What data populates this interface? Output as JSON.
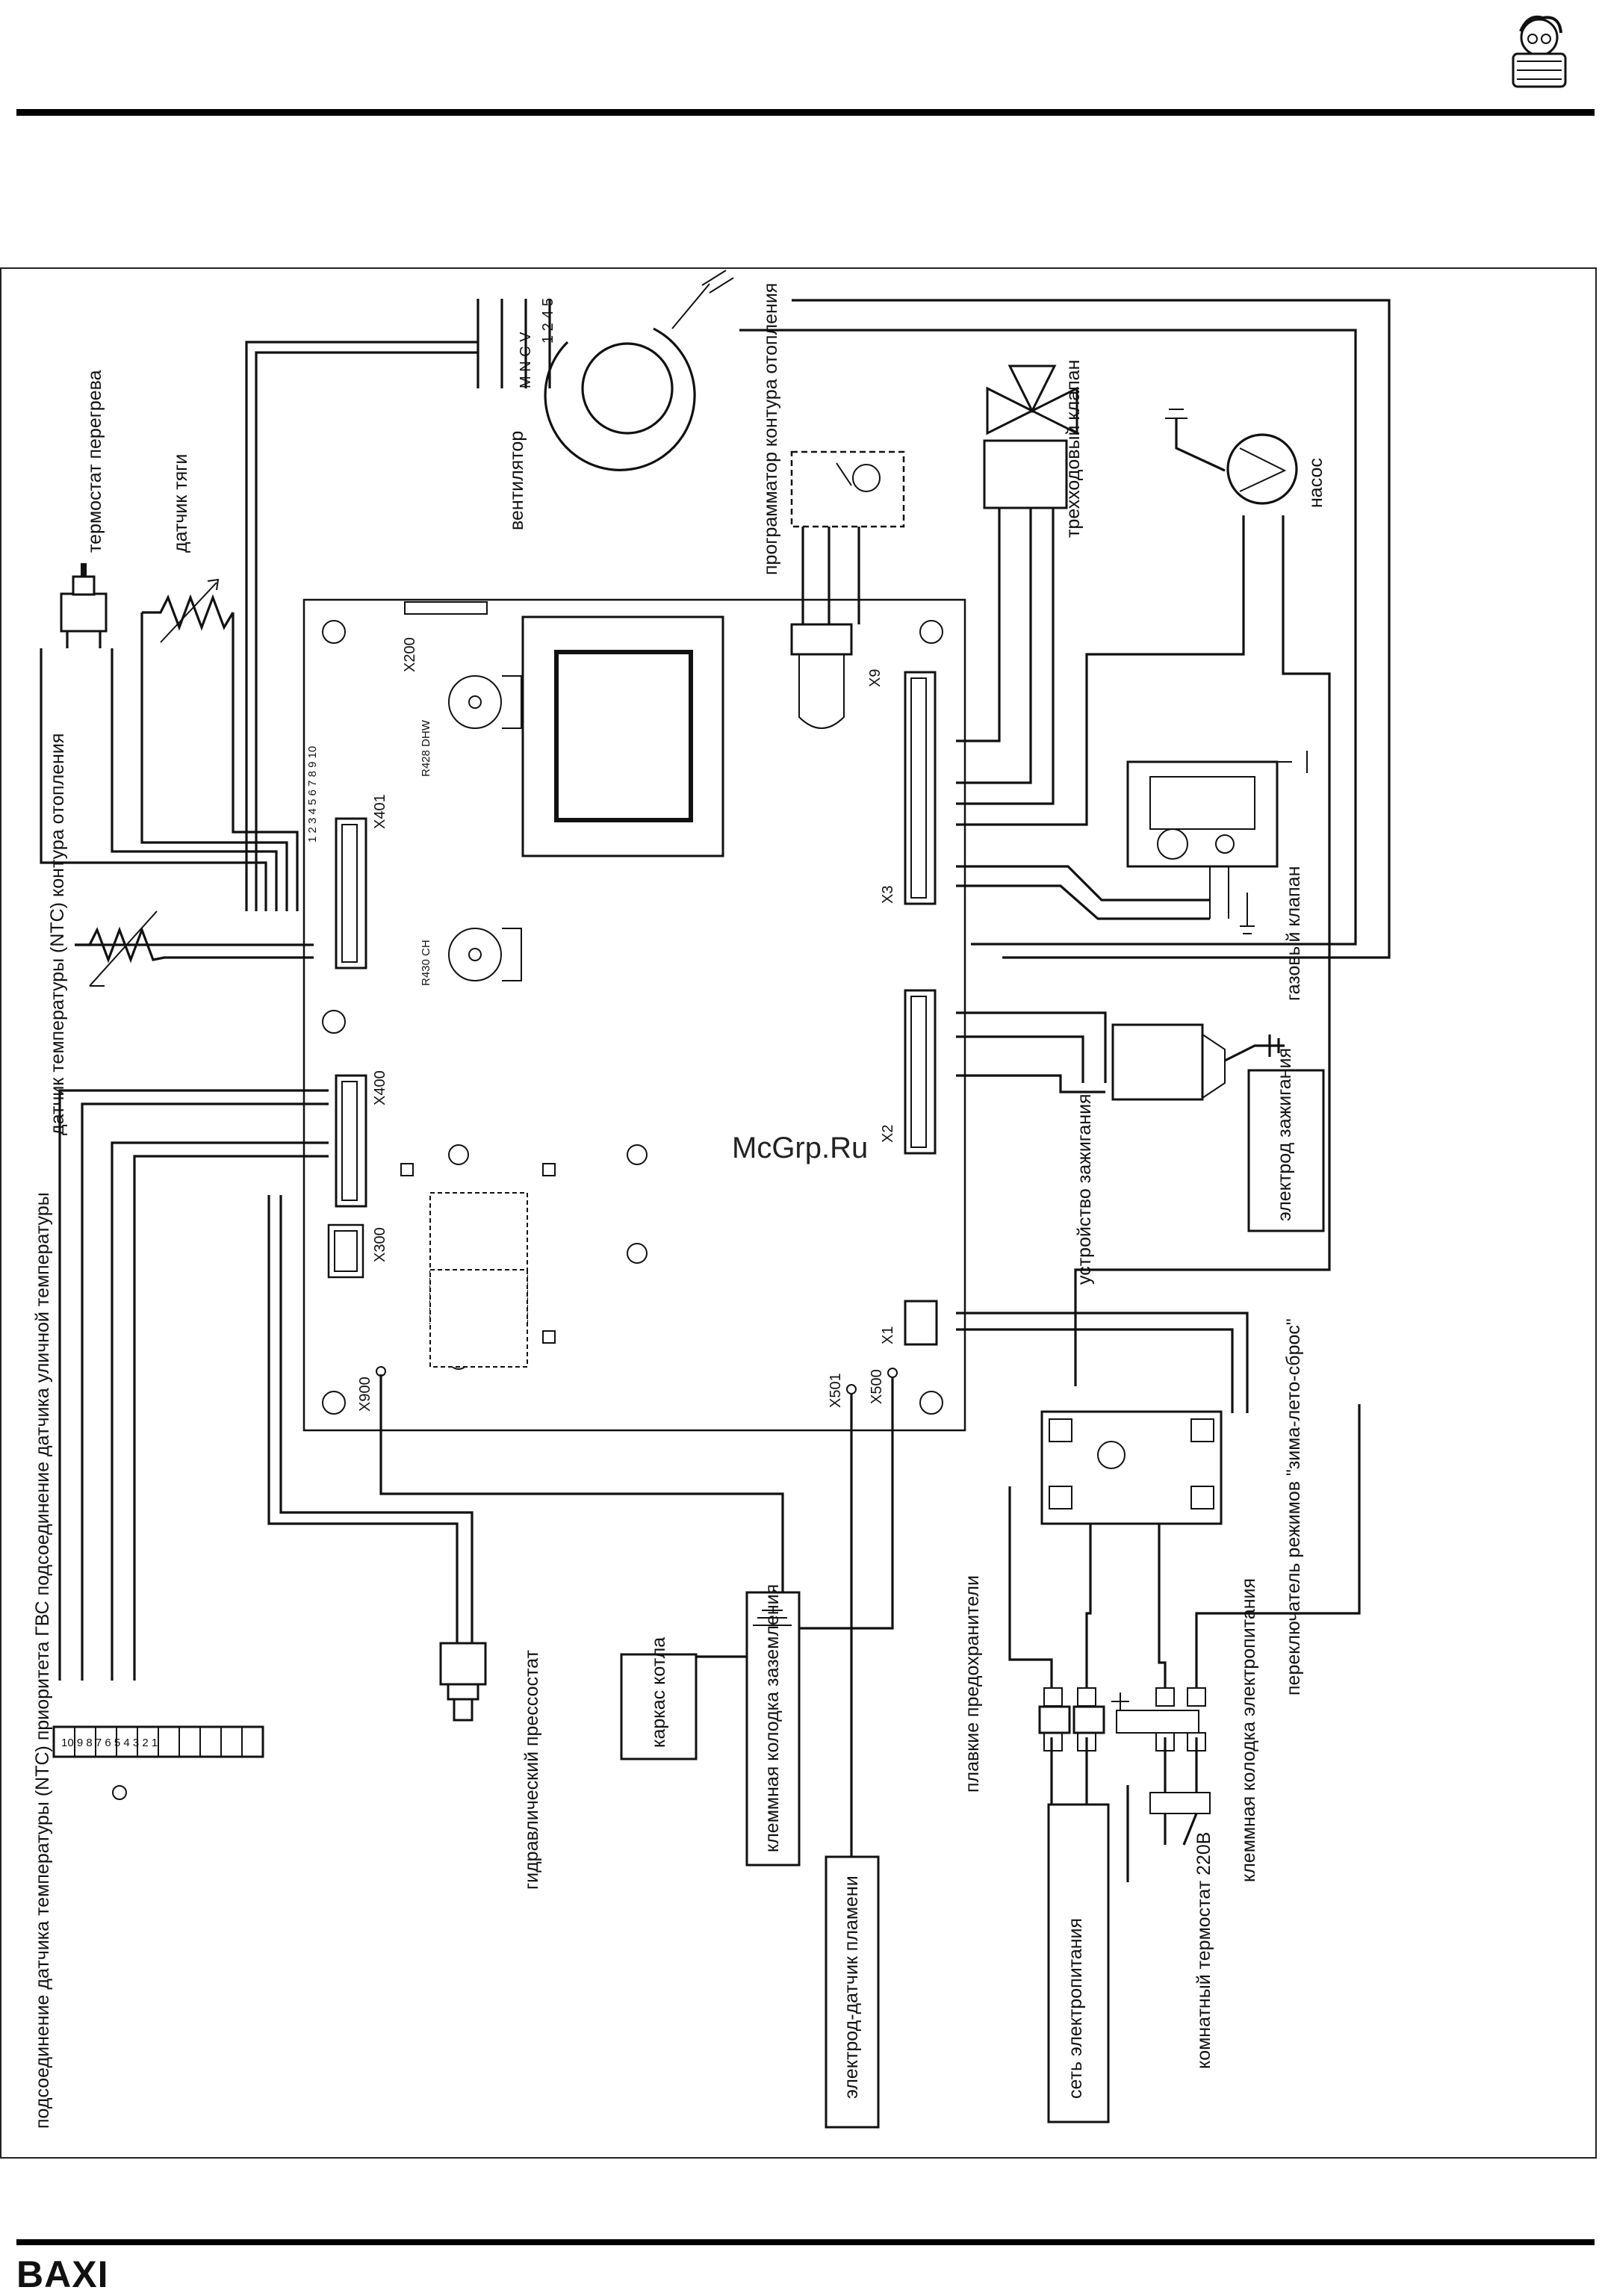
{
  "brand": "BAXI",
  "watermark": "McGrp.Ru",
  "boxes": {
    "frame_earth": "каркас котла",
    "earth_block": "клеммная колодка заземления",
    "flame_electrode": "электрод-датчик пламени",
    "mains": "сеть электропитания",
    "ignition_electrode": "электрод зажигания"
  },
  "components": {
    "overheat_thermostat": "термостат перегрева",
    "flue_sensor": "датчик тяги",
    "ch_ntc_sensor": "датчик температуры (NTC) контура отопления",
    "fan": "вентилятор",
    "ch_programmer": "программатор контура отопления",
    "three_way_valve": "трехходовый клапан",
    "pump": "насос",
    "gas_valve": "газовый клапан",
    "ignition_device": "устройство зажигания",
    "mode_switch": "переключатель режимов \"зима-лето-сброс\"",
    "power_terminal": "клеммная колодка электропитания",
    "fuses": "плавкие предохранители",
    "room_thermostat": "комнатный термостат 220В",
    "water_pressostat": "гидравлический прессостат",
    "terminal_notes": "подсоединение датчика температуры (NTC) приоритета ГВС подсоединение датчика уличной температуры"
  },
  "connectors": {
    "x401": "X401",
    "x400": "X400",
    "x300": "X300",
    "x900": "X900",
    "x501": "X501",
    "x500": "X500",
    "x1": "X1",
    "x2": "X2",
    "x3": "X3",
    "x9": "X9",
    "x200": "X200",
    "r428": "R428 DHW",
    "r430": "R430 CH"
  }
}
